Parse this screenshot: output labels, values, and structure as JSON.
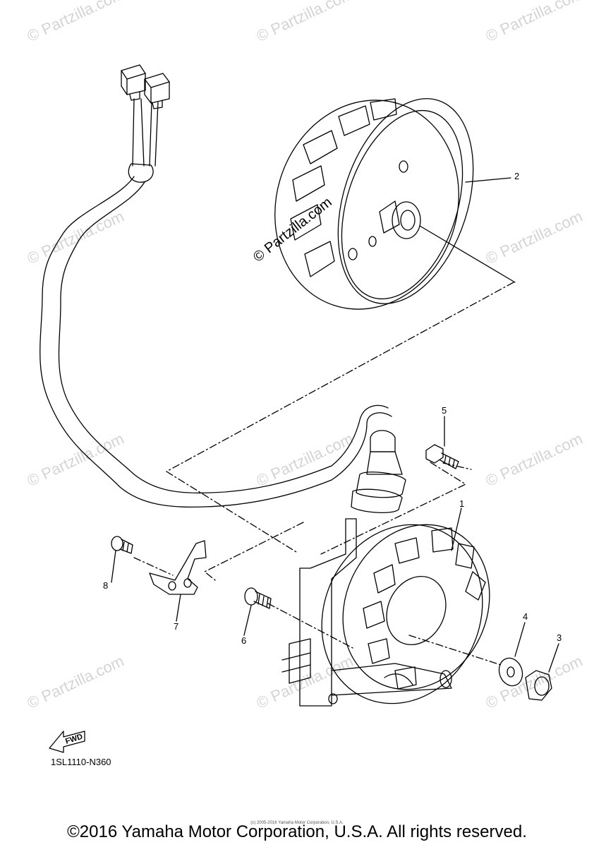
{
  "watermark": "© Partzilla.com",
  "center_watermark": "© Partzilla.com",
  "callouts": [
    "1",
    "2",
    "3",
    "4",
    "5",
    "6",
    "7",
    "8"
  ],
  "fwd_label": "FWD",
  "page_code": "1SL1110-N360",
  "copyright_small": "(c) 2005-2016 Yamaha Motor Corporation, U.S.A.",
  "copyright": "©2016 Yamaha Motor Corporation, U.S.A. All rights reserved."
}
